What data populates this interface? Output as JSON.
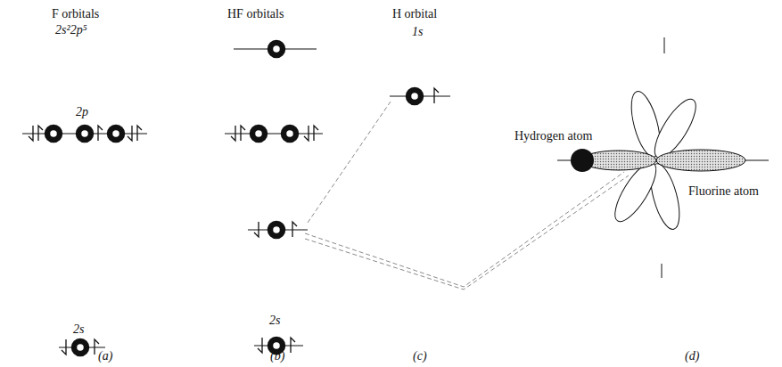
{
  "diagram": {
    "labels": [
      "F orbitals",
      "2s²2p⁵",
      "HF orbitals",
      "H orbital",
      "1s",
      "2p",
      "2s",
      "2s",
      "Hydrogen atom",
      "Fluorine atom",
      "(a)",
      "(b)",
      "(c)",
      "(d)"
    ]
  }
}
